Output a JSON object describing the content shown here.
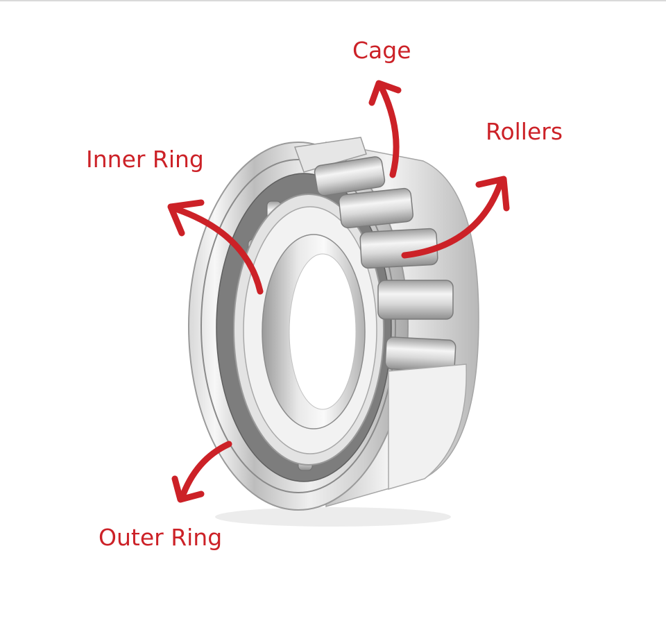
{
  "labels": {
    "cage": "Cage",
    "rollers": "Rollers",
    "inner_ring": "Inner Ring",
    "outer_ring": "Outer Ring"
  },
  "colors": {
    "annotation": "#cc2127",
    "steel_light": "#f4f4f4",
    "steel_mid": "#c9c9c9",
    "steel_dark": "#8c8c8c"
  }
}
